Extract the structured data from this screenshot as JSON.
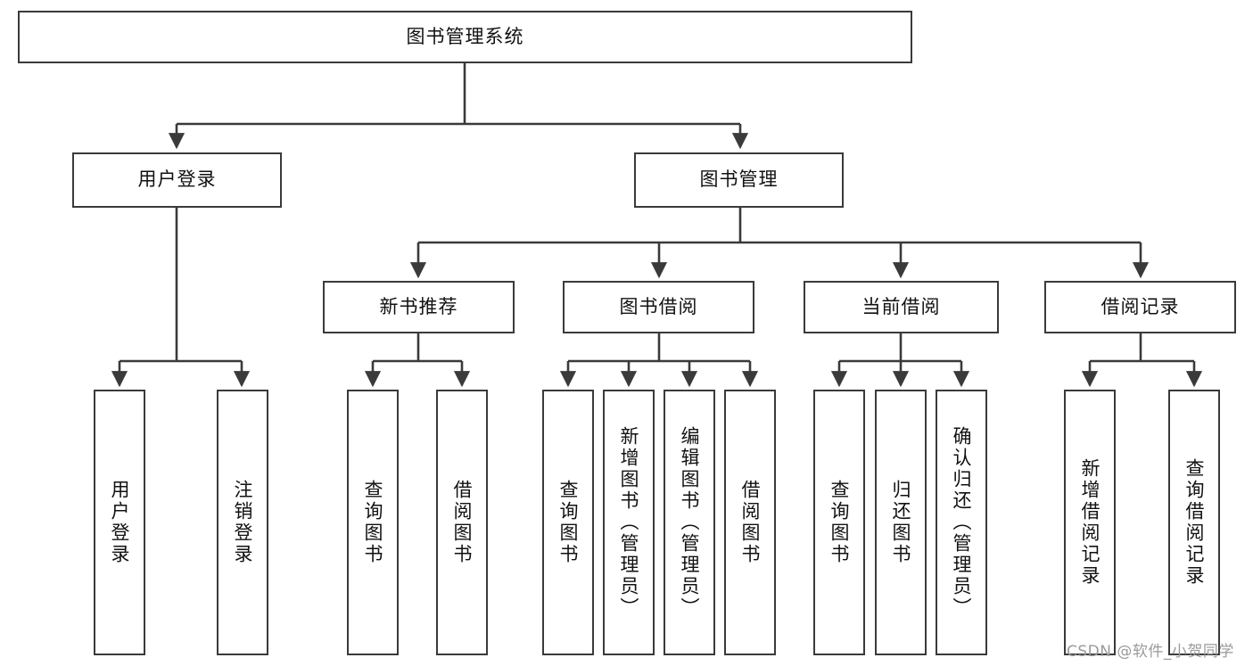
{
  "diagram": {
    "type": "tree",
    "title": "图书管理系统",
    "root": {
      "label": "图书管理系统"
    },
    "level1": [
      {
        "label": "用户登录"
      },
      {
        "label": "图书管理"
      }
    ],
    "level2": [
      {
        "label": "新书推荐"
      },
      {
        "label": "图书借阅"
      },
      {
        "label": "当前借阅"
      },
      {
        "label": "借阅记录"
      }
    ],
    "leaves": {
      "user_login": [
        {
          "label": "用户登录"
        },
        {
          "label": "注销登录"
        }
      ],
      "new_book_recommend": [
        {
          "label": "查询图书"
        },
        {
          "label": "借阅图书"
        }
      ],
      "book_borrow": [
        {
          "label": "查询图书"
        },
        {
          "label": "新增图书（管理员）"
        },
        {
          "label": "编辑图书（管理员）"
        },
        {
          "label": "借阅图书"
        }
      ],
      "current_borrow": [
        {
          "label": "查询图书"
        },
        {
          "label": "归还图书"
        },
        {
          "label": "确认归还（管理员）"
        }
      ],
      "borrow_record": [
        {
          "label": "新增借阅记录"
        },
        {
          "label": "查询借阅记录"
        }
      ]
    },
    "colors": {
      "stroke": "#3a3a3a",
      "fill": "#ffffff",
      "text": "#111111",
      "watermark": "#9a9a9a"
    }
  },
  "watermark": {
    "text": "CSDN @软件_小贺同学"
  }
}
